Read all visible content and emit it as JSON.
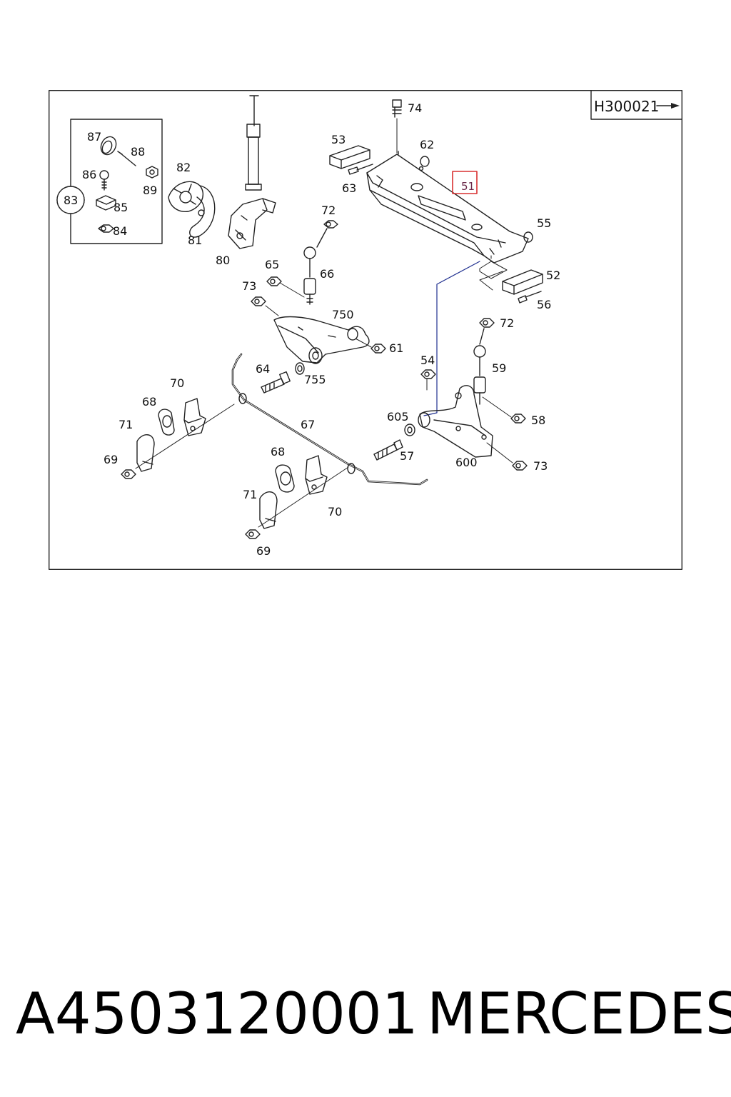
{
  "diagram": {
    "reference_code": "H300021",
    "highlighted_part": "51",
    "colors": {
      "line": "#222222",
      "highlight_box": "#d93030",
      "highlight_text": "#6b2a4a",
      "leader_blue": "#1f2f8f"
    },
    "labels": {
      "p87": "87",
      "p88": "88",
      "p86": "86",
      "p89": "89",
      "p83": "83",
      "p85": "85",
      "p84": "84",
      "p82": "82",
      "p81": "81",
      "p80": "80",
      "p74": "74",
      "p53": "53",
      "p62": "62",
      "p63": "63",
      "p51": "51",
      "p55": "55",
      "p52": "52",
      "p56": "56",
      "p72a": "72",
      "p65": "65",
      "p66": "66",
      "p73a": "73",
      "p750": "750",
      "p61": "61",
      "p72b": "72",
      "p59": "59",
      "p54": "54",
      "p58": "58",
      "p605": "605",
      "p57": "57",
      "p600": "600",
      "p73b": "73",
      "p64": "64",
      "p755": "755",
      "p70a": "70",
      "p68a": "68",
      "p71a": "71",
      "p69a": "69",
      "p67": "67",
      "p68b": "68",
      "p71b": "71",
      "p70b": "70",
      "p69b": "69"
    }
  },
  "caption": {
    "part_number": "A4503120001",
    "brand": "MERCEDES"
  }
}
